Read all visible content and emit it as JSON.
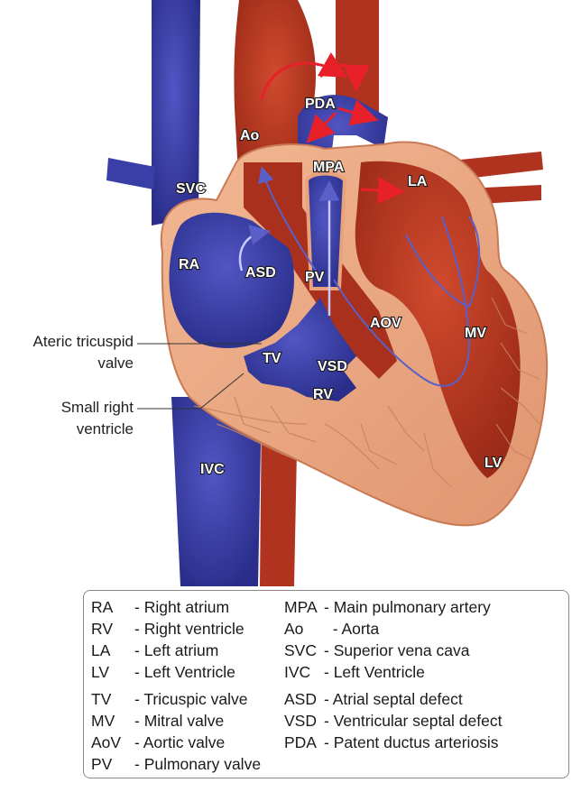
{
  "diagram_labels": {
    "ao": "Ao",
    "pda": "PDA",
    "mpa": "MPA",
    "la": "LA",
    "svc": "SVC",
    "ra": "RA",
    "asd": "ASD",
    "pv": "PV",
    "aov": "AOV",
    "mv": "MV",
    "tv": "TV",
    "vsd": "VSD",
    "rv": "RV",
    "ivc": "IVC",
    "lv": "LV"
  },
  "callouts": {
    "atretic_line1": "Ateric tricuspid",
    "atretic_line2": "valve",
    "small_rv_line1": "Small right",
    "small_rv_line2": "ventricle"
  },
  "legend": {
    "left": [
      {
        "abbr": "RA",
        "desc": "- Right atrium"
      },
      {
        "abbr": "RV",
        "desc": "- Right ventricle"
      },
      {
        "abbr": "LA",
        "desc": "- Left atrium"
      },
      {
        "abbr": "LV",
        "desc": " - Left Ventricle"
      },
      {
        "abbr": "TV",
        "desc": "- Tricuspic valve"
      },
      {
        "abbr": "MV",
        "desc": "- Mitral valve"
      },
      {
        "abbr": "AoV",
        "desc": "- Aortic valve"
      },
      {
        "abbr": "PV",
        "desc": "- Pulmonary valve"
      }
    ],
    "right": [
      {
        "abbr": "MPA",
        "desc": "- Main pulmonary artery"
      },
      {
        "abbr": "Ao",
        "desc": "  - Aorta"
      },
      {
        "abbr": "SVC",
        "desc": "- Superior vena cava"
      },
      {
        "abbr": "IVC",
        "desc": "- Left Ventricle"
      },
      {
        "abbr": "ASD",
        "desc": "- Atrial septal defect"
      },
      {
        "abbr": "VSD",
        "desc": "- Ventricular septal defect"
      },
      {
        "abbr": "PDA",
        "desc": "- Patent ductus arteriosis"
      }
    ]
  },
  "colors": {
    "deoxygenated": "#3a3fa8",
    "oxygenated": "#b03320",
    "muscle": "#e8a27c",
    "flow_arrow_red": "#e8202a",
    "flow_arrow_blue": "#5a60c8"
  }
}
